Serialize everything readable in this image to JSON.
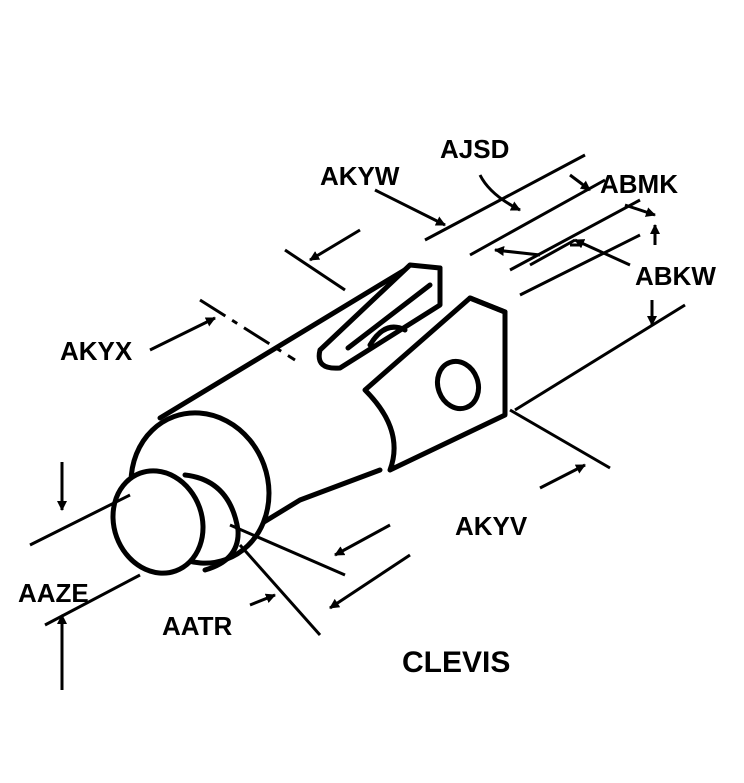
{
  "diagram": {
    "title": "CLEVIS",
    "labels": {
      "ajsd": "AJSD",
      "akyw": "AKYW",
      "abmk": "ABMK",
      "abkw": "ABKW",
      "akyx": "AKYX",
      "akyv": "AKYV",
      "aaze": "AAZE",
      "aatr": "AATR"
    },
    "colors": {
      "ink": "#000000",
      "background": "#ffffff"
    }
  }
}
